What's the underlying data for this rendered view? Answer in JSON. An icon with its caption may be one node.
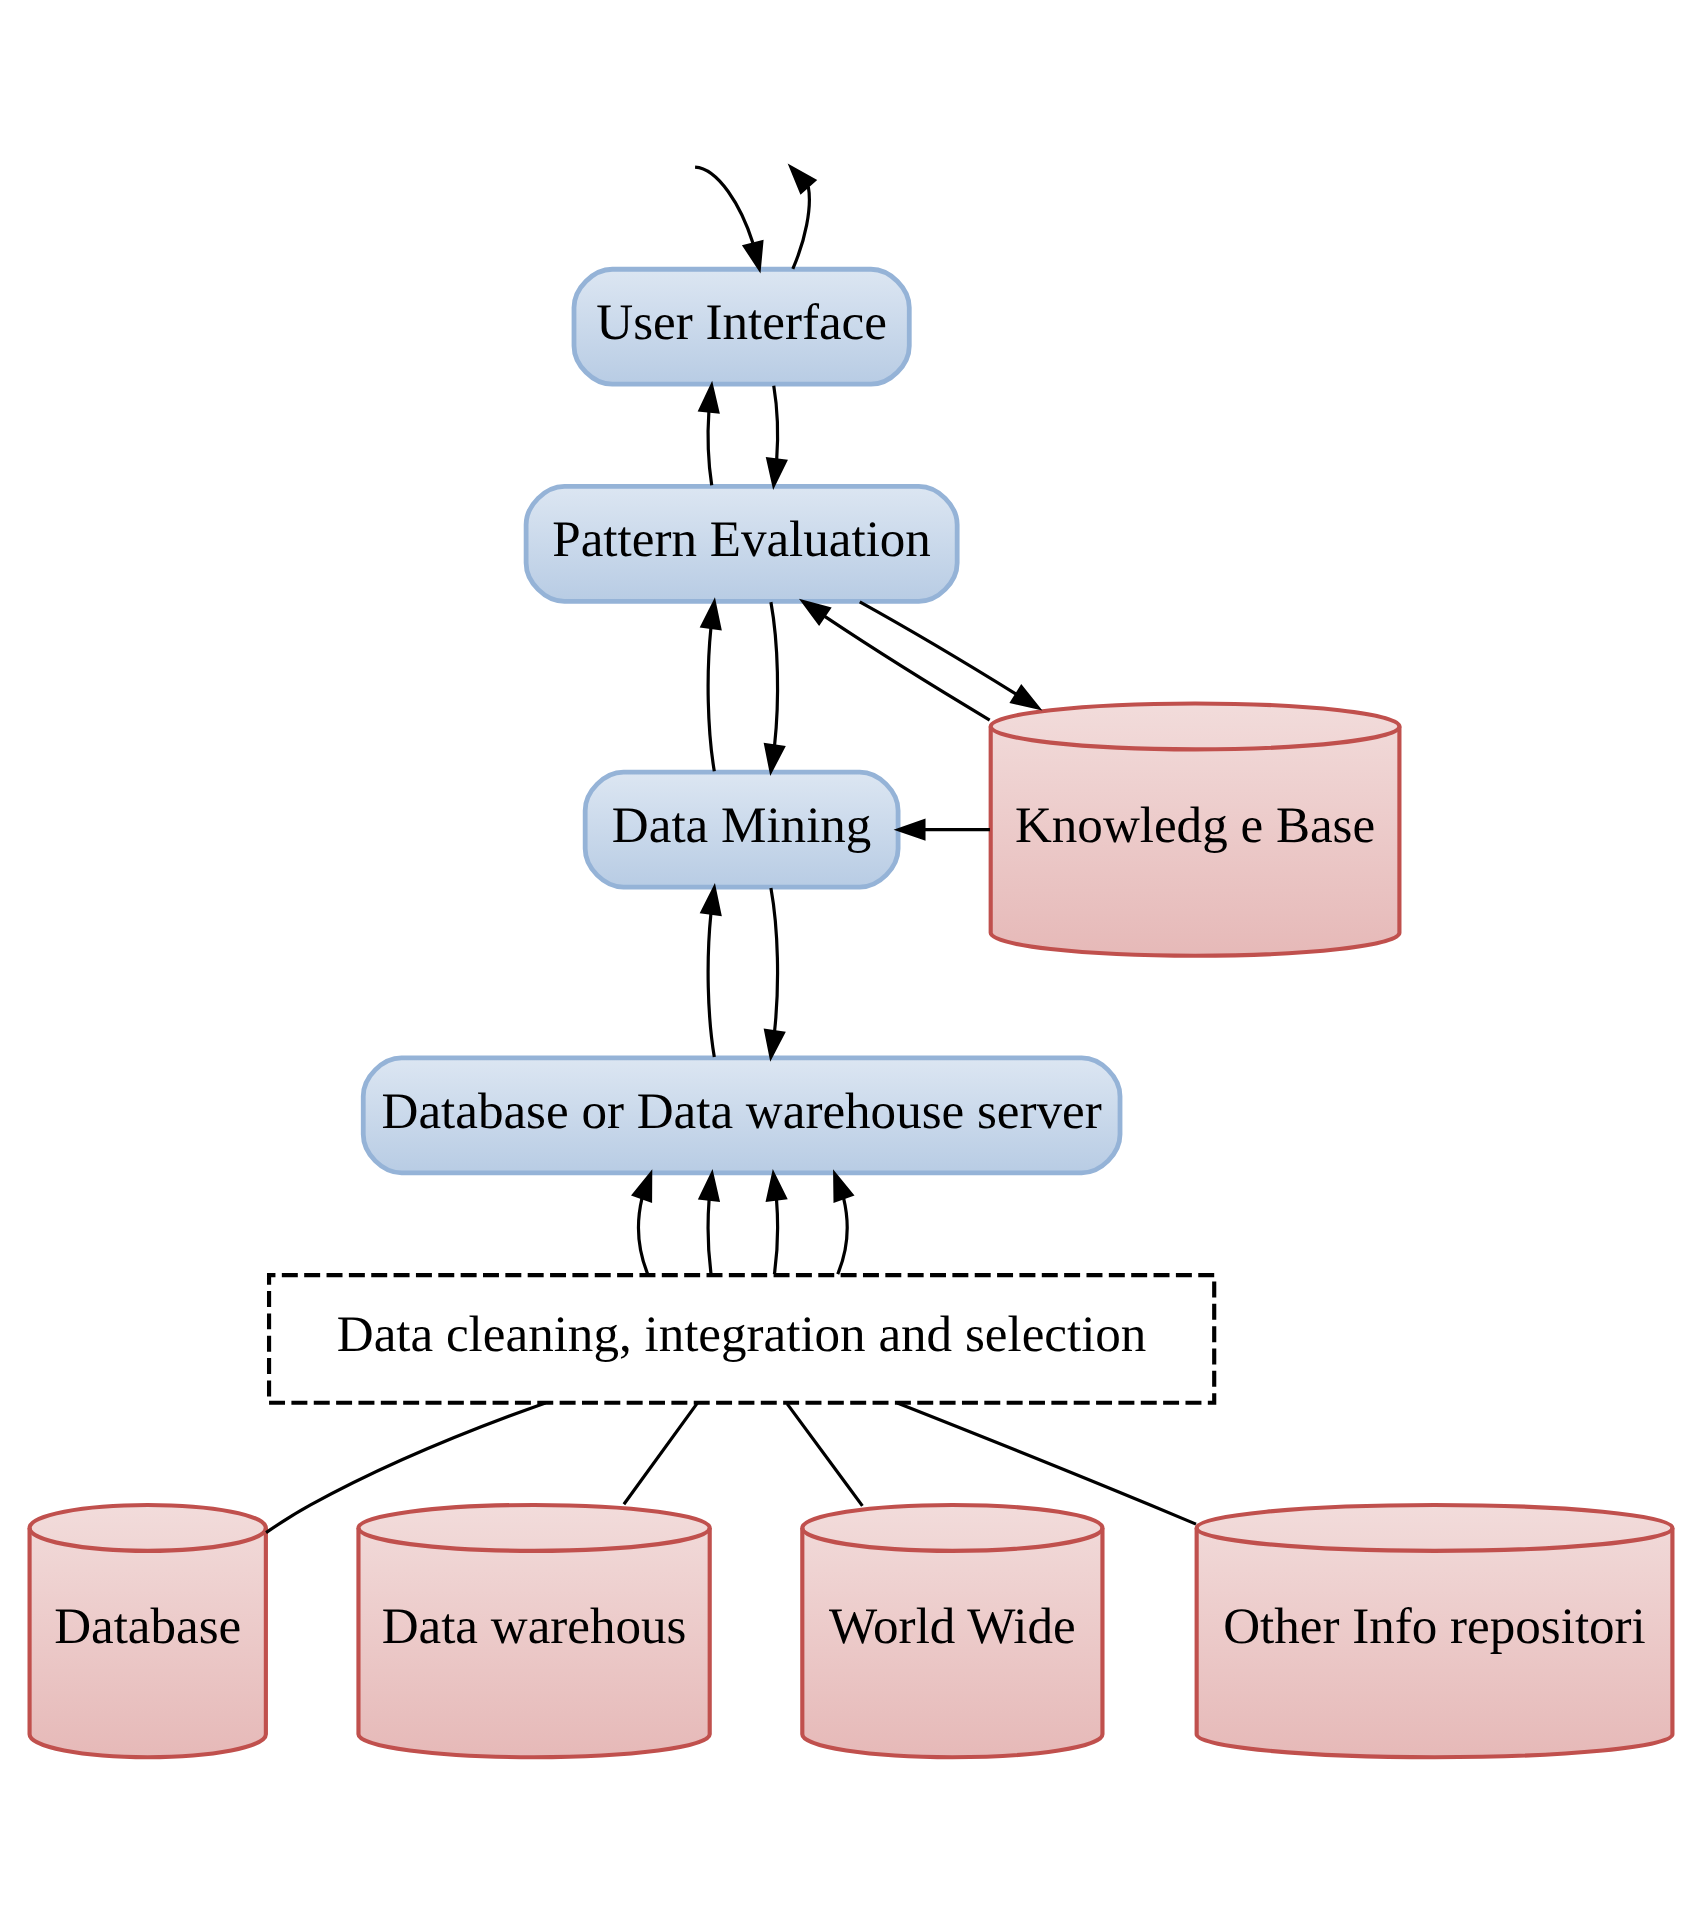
{
  "diagram": {
    "nodes": [
      {
        "text": [
          "User Interface"
        ]
      },
      {
        "text": [
          "Pattern Evaluation"
        ]
      },
      {
        "text": [
          "Data Mining"
        ]
      },
      {
        "text": [
          "Database or Data warehouse server"
        ]
      },
      {
        "text": [
          "Data cleaning, integration and selection"
        ]
      },
      {
        "text": [
          "Knowledg e Base"
        ]
      },
      {
        "text": [
          "Database"
        ]
      },
      {
        "text": [
          "Data warehous"
        ]
      },
      {
        "text": [
          "World Wide"
        ]
      },
      {
        "text": [
          "Other Info repositori"
        ]
      }
    ],
    "edges": [
      {
        "from": null,
        "to": 0,
        "arrow": "to"
      },
      {
        "from": 0,
        "to": null,
        "arrow": "to"
      },
      {
        "from": 0,
        "to": 1,
        "arrow": "to"
      },
      {
        "from": 1,
        "to": 0,
        "arrow": "to"
      },
      {
        "from": 1,
        "to": 2,
        "arrow": "to"
      },
      {
        "from": 2,
        "to": 1,
        "arrow": "to"
      },
      {
        "from": 1,
        "to": 5,
        "arrow": "to"
      },
      {
        "from": 5,
        "to": 1,
        "arrow": "to"
      },
      {
        "from": 5,
        "to": 2,
        "arrow": "to"
      },
      {
        "from": 2,
        "to": 3,
        "arrow": "to"
      },
      {
        "from": 3,
        "to": 2,
        "arrow": "to"
      },
      {
        "from": 4,
        "to": 3,
        "arrow": "to"
      },
      {
        "from": 4,
        "to": 3,
        "arrow": "to"
      },
      {
        "from": 4,
        "to": 3,
        "arrow": "to"
      },
      {
        "from": 4,
        "to": 3,
        "arrow": "to"
      },
      {
        "from": 6,
        "to": 4,
        "arrow": "none"
      },
      {
        "from": 7,
        "to": 4,
        "arrow": "none"
      },
      {
        "from": 8,
        "to": 4,
        "arrow": "none"
      },
      {
        "from": 9,
        "to": 4,
        "arrow": "none"
      }
    ]
  }
}
